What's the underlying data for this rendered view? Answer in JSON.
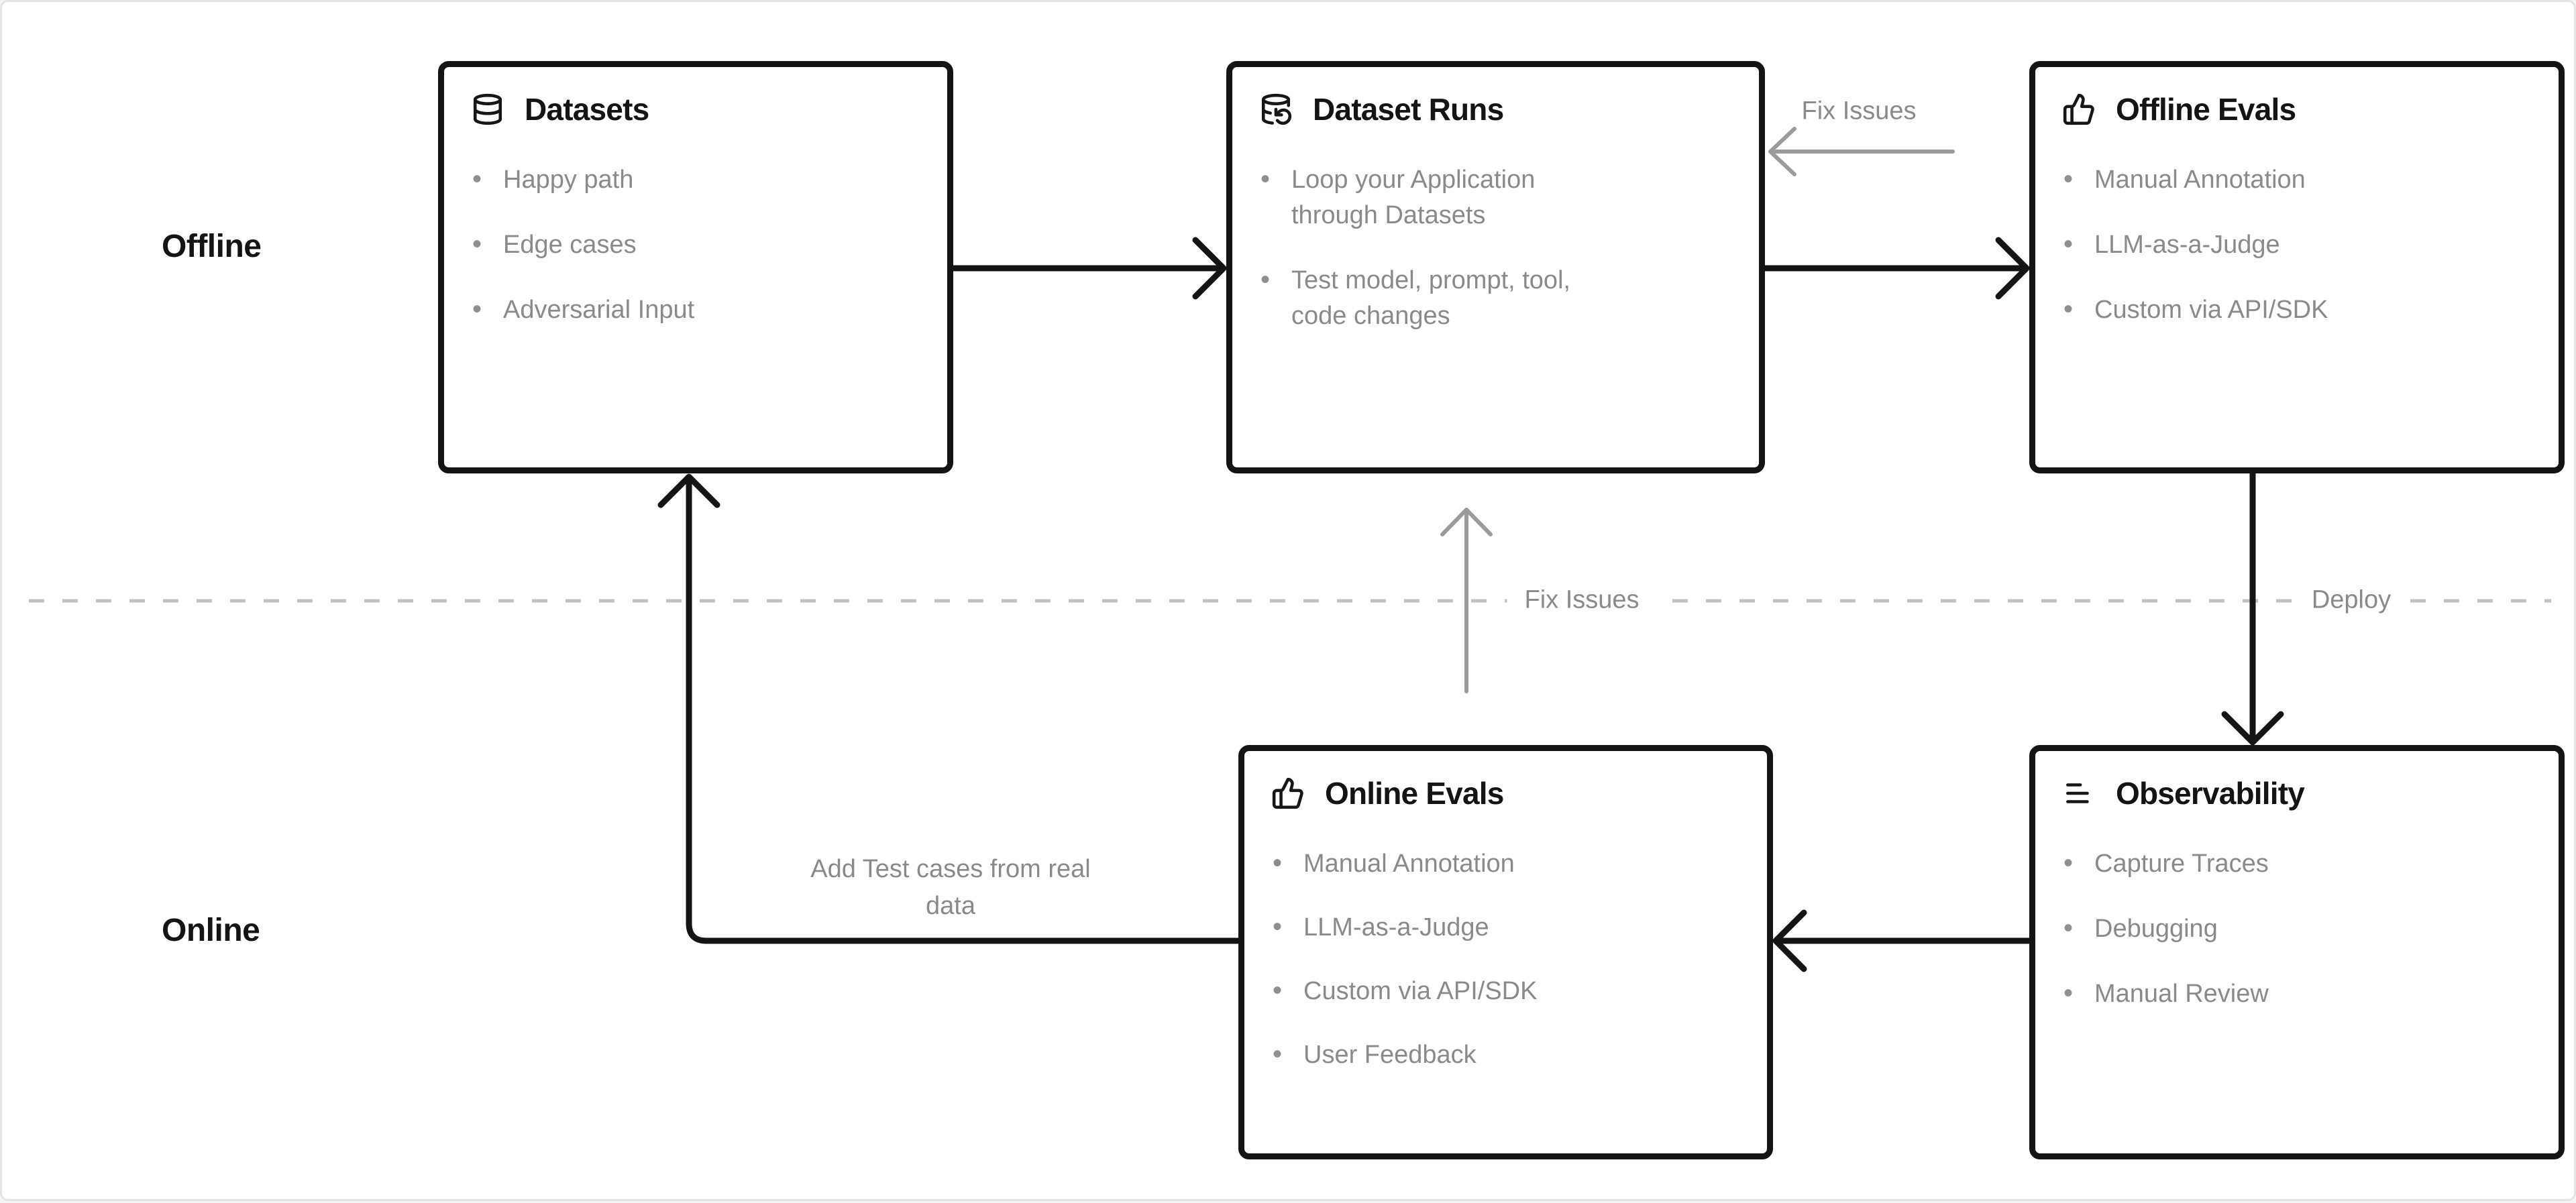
{
  "diagram": {
    "sections": {
      "offline": "Offline",
      "online": "Online"
    },
    "boxes": {
      "datasets": {
        "icon": "database-icon",
        "title": "Datasets",
        "items": [
          "Happy path",
          "Edge cases",
          "Adversarial Input"
        ]
      },
      "dataset_runs": {
        "icon": "database-refresh-icon",
        "title": "Dataset Runs",
        "items": [
          "Loop your Application through Datasets",
          "Test model, prompt, tool, code changes"
        ]
      },
      "offline_evals": {
        "icon": "thumbs-up-icon",
        "title": "Offline Evals",
        "items": [
          "Manual Annotation",
          "LLM-as-a-Judge",
          "Custom via API/SDK"
        ]
      },
      "online_evals": {
        "icon": "thumbs-up-icon",
        "title": "Online Evals",
        "items": [
          "Manual Annotation",
          "LLM-as-a-Judge",
          "Custom via API/SDK",
          "User Feedback"
        ]
      },
      "observability": {
        "icon": "list-icon",
        "title": "Observability",
        "items": [
          "Capture Traces",
          "Debugging",
          "Manual Review"
        ]
      }
    },
    "edge_labels": {
      "fix_issues_top": "Fix Issues",
      "fix_issues_mid": "Fix Issues",
      "deploy": "Deploy",
      "add_test_cases": "Add Test cases from real data"
    },
    "colors": {
      "box_border": "#141414",
      "title_text": "#141414",
      "muted_text": "#8a8a8a",
      "gray_arrow": "#9b9b9b",
      "dashed_line": "#c1c1c1",
      "page_border": "#e4e4e4",
      "background": "#ffffff"
    }
  }
}
